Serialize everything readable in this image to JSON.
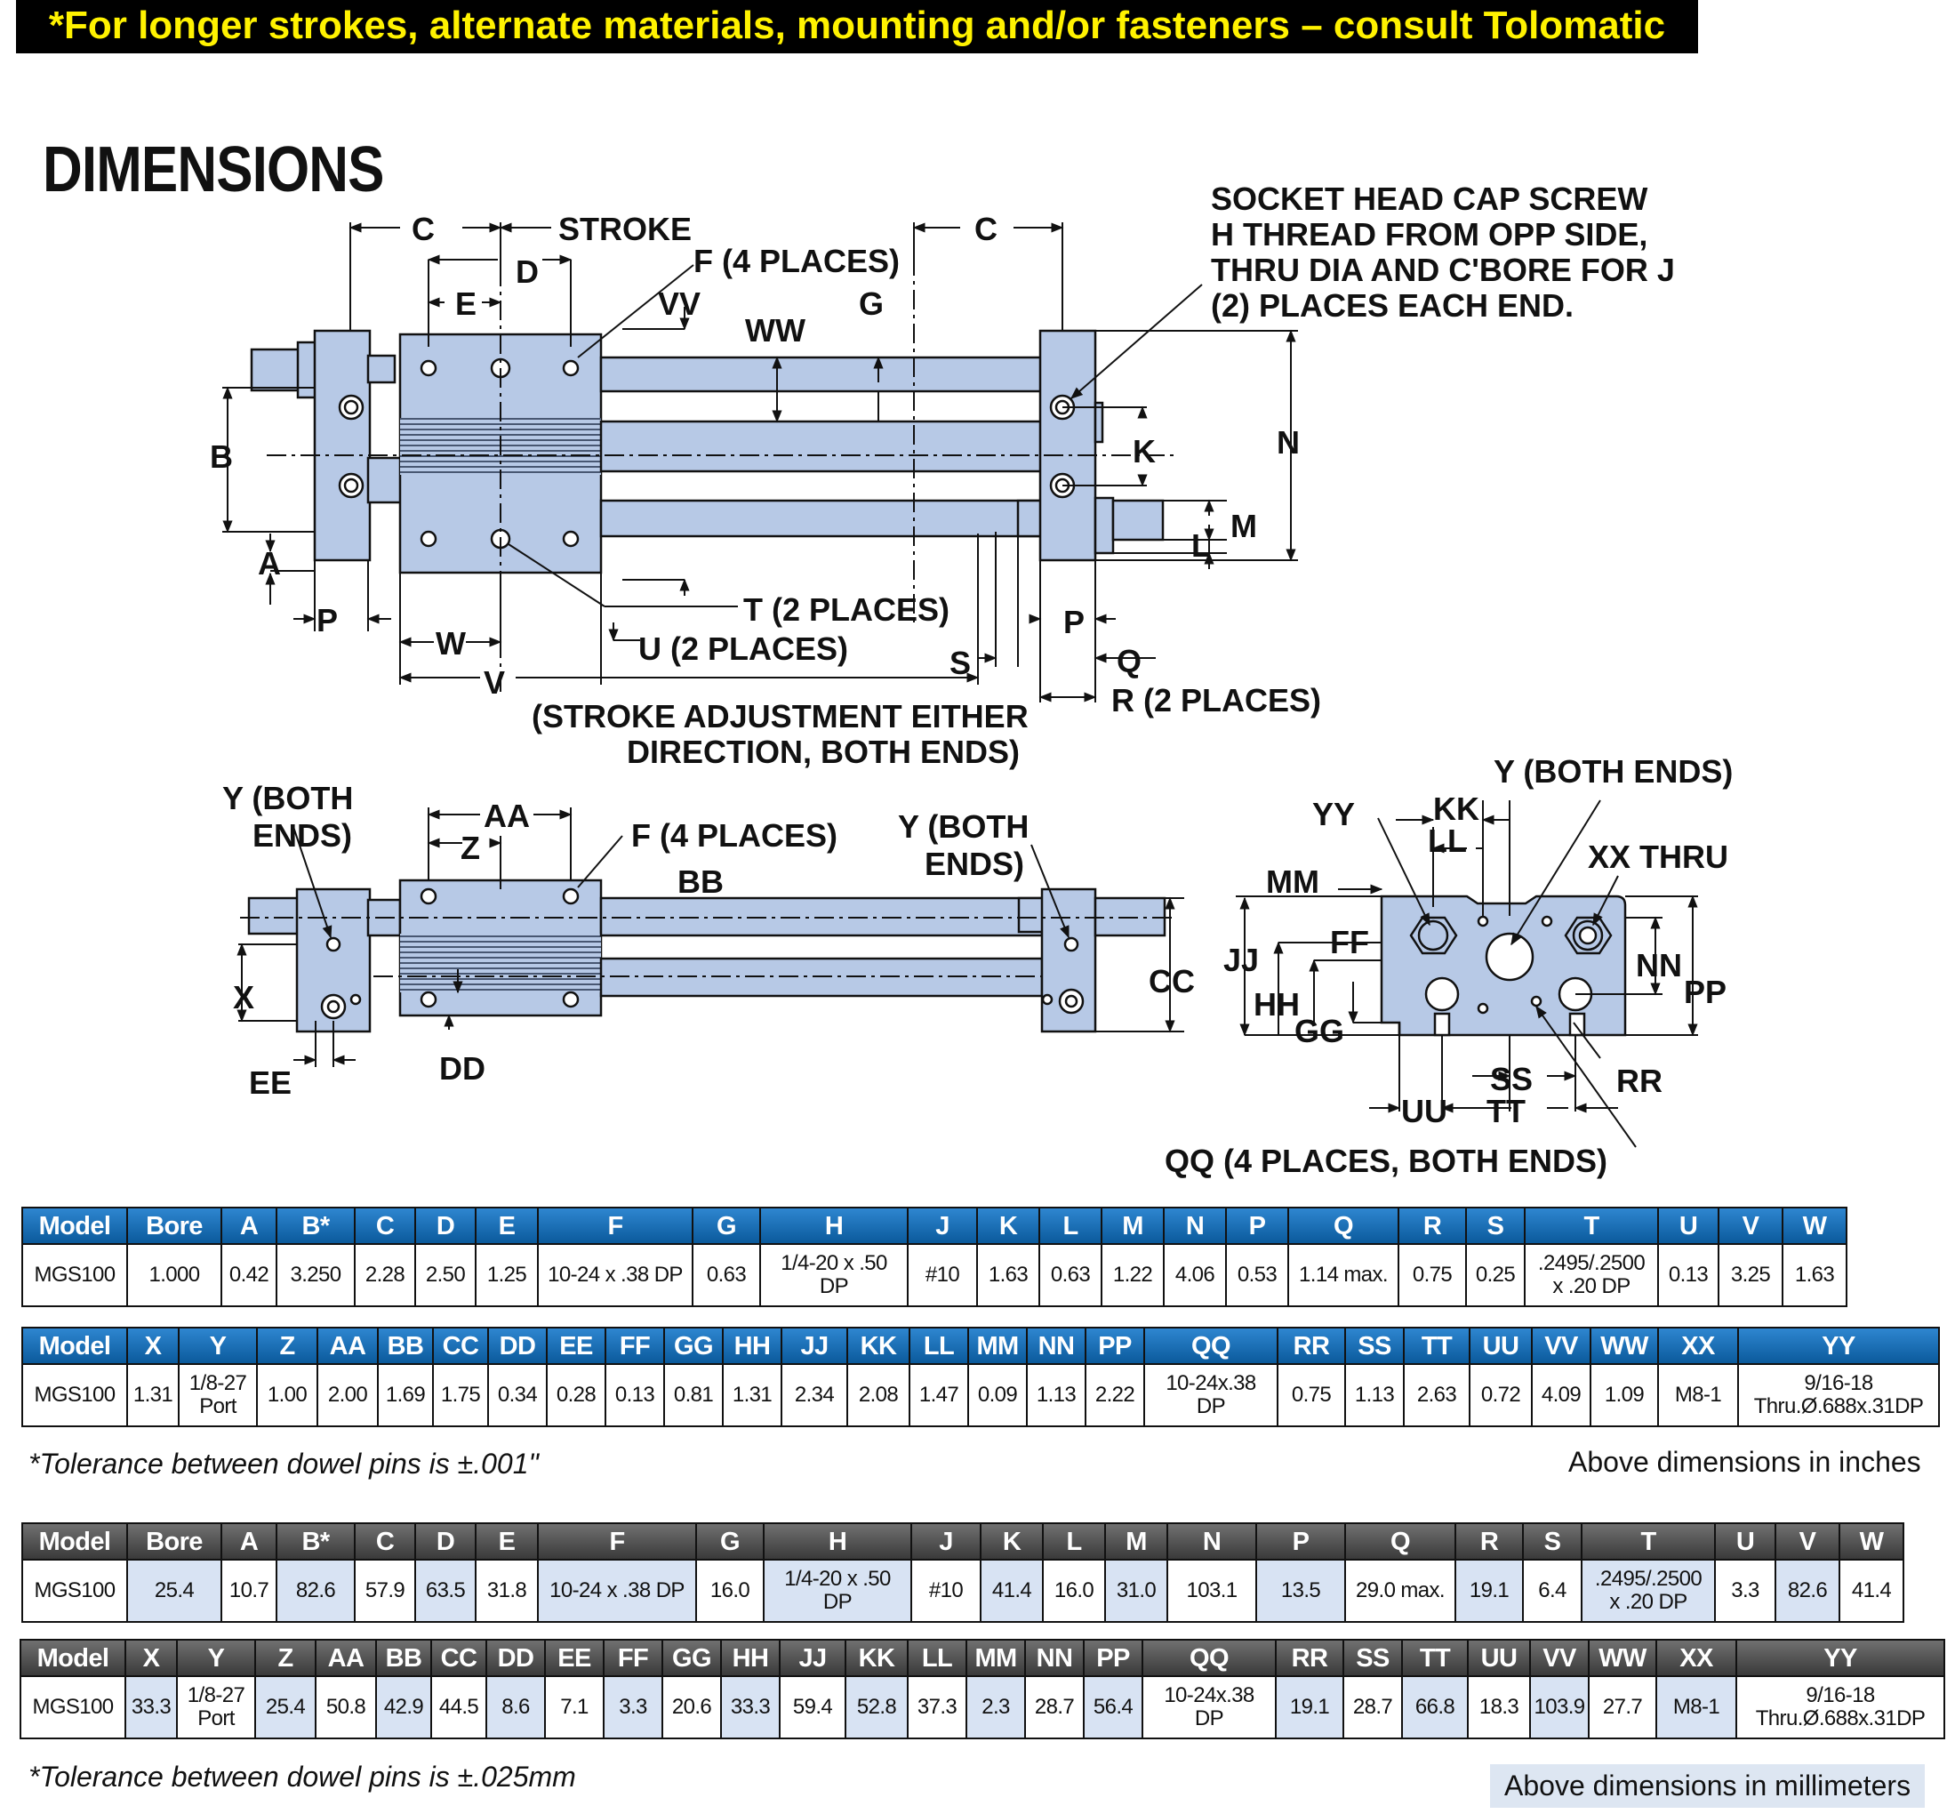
{
  "banner": "*For longer strokes, alternate materials, mounting and/or fasteners – consult Tolomatic",
  "title": "DIMENSIONS",
  "labels": {
    "c_left": "C",
    "stroke": "STROKE",
    "c_right": "C",
    "d": "D",
    "e": "E",
    "f4": "F (4 PLACES)",
    "vv": "VV",
    "ww": "WW",
    "g": "G",
    "socket_1": "SOCKET HEAD CAP SCREW",
    "socket_2": "H THREAD FROM OPP SIDE,",
    "socket_3": "THRU DIA AND C'BORE FOR J",
    "socket_4": "(2) PLACES EACH END.",
    "b": "B",
    "a": "A",
    "p_left": "P",
    "k": "K",
    "n": "N",
    "m": "M",
    "l": "L",
    "t2": "T (2 PLACES)",
    "u2": "U (2 PLACES)",
    "w": "W",
    "v": "V",
    "s": "S",
    "p_right": "P",
    "q": "Q",
    "r2": "R (2 PLACES)",
    "adj_1": "(STROKE ADJUSTMENT EITHER",
    "adj_2": "DIRECTION, BOTH ENDS)",
    "y_left_1": "Y (BOTH",
    "y_left_2": "ENDS)",
    "aa": "AA",
    "z": "Z",
    "f4_b": "F (4 PLACES)",
    "bb": "BB",
    "y_right_1": "Y (BOTH",
    "y_right_2": "ENDS)",
    "x": "X",
    "cc": "CC",
    "ee": "EE",
    "dd": "DD",
    "yy": "YY",
    "kk": "KK",
    "ll": "LL",
    "y_both": "Y (BOTH ENDS)",
    "xx_thru": "XX THRU",
    "mm": "MM",
    "jj": "JJ",
    "ff": "FF",
    "hh": "HH",
    "gg": "GG",
    "nn": "NN",
    "pp": "PP",
    "ss": "SS",
    "rr": "RR",
    "uu": "UU",
    "tt": "TT",
    "qq4": "QQ (4 PLACES, BOTH ENDS)"
  },
  "inch_table_1": {
    "headers": [
      "Model",
      "Bore",
      "A",
      "B*",
      "C",
      "D",
      "E",
      "F",
      "G",
      "H",
      "J",
      "K",
      "L",
      "M",
      "N",
      "P",
      "Q",
      "R",
      "S",
      "T",
      "U",
      "V",
      "W"
    ],
    "row": [
      "MGS100",
      "1.000",
      "0.42",
      "3.250",
      "2.28",
      "2.50",
      "1.25",
      "10-24 x .38 DP",
      "0.63",
      "1/4-20 x .50\nDP",
      "#10",
      "1.63",
      "0.63",
      "1.22",
      "4.06",
      "0.53",
      "1.14 max.",
      "0.75",
      "0.25",
      ".2495/.2500\nx .20 DP",
      "0.13",
      "3.25",
      "1.63"
    ]
  },
  "inch_table_2": {
    "headers": [
      "Model",
      "X",
      "Y",
      "Z",
      "AA",
      "BB",
      "CC",
      "DD",
      "EE",
      "FF",
      "GG",
      "HH",
      "JJ",
      "KK",
      "LL",
      "MM",
      "NN",
      "PP",
      "QQ",
      "RR",
      "SS",
      "TT",
      "UU",
      "VV",
      "WW",
      "XX",
      "YY"
    ],
    "row": [
      "MGS100",
      "1.31",
      "1/8-27\nPort",
      "1.00",
      "2.00",
      "1.69",
      "1.75",
      "0.34",
      "0.28",
      "0.13",
      "0.81",
      "1.31",
      "2.34",
      "2.08",
      "1.47",
      "0.09",
      "1.13",
      "2.22",
      "10-24x.38\nDP",
      "0.75",
      "1.13",
      "2.63",
      "0.72",
      "4.09",
      "1.09",
      "M8-1",
      "9/16-18\nThru.Ø.688x.31DP"
    ]
  },
  "inch_note": "*Tolerance between dowel pins is ±.001\"",
  "inch_unit": "Above dimensions in inches",
  "mm_table_1": {
    "headers": [
      "Model",
      "Bore",
      "A",
      "B*",
      "C",
      "D",
      "E",
      "F",
      "G",
      "H",
      "J",
      "K",
      "L",
      "M",
      "N",
      "P",
      "Q",
      "R",
      "S",
      "T",
      "U",
      "V",
      "W"
    ],
    "row": [
      "MGS100",
      "25.4",
      "10.7",
      "82.6",
      "57.9",
      "63.5",
      "31.8",
      "10-24 x .38 DP",
      "16.0",
      "1/4-20 x .50\nDP",
      "#10",
      "41.4",
      "16.0",
      "31.0",
      "103.1",
      "13.5",
      "29.0 max.",
      "19.1",
      "6.4",
      ".2495/.2500\nx .20 DP",
      "3.3",
      "82.6",
      "41.4"
    ]
  },
  "mm_table_2": {
    "headers": [
      "Model",
      "X",
      "Y",
      "Z",
      "AA",
      "BB",
      "CC",
      "DD",
      "EE",
      "FF",
      "GG",
      "HH",
      "JJ",
      "KK",
      "LL",
      "MM",
      "NN",
      "PP",
      "QQ",
      "RR",
      "SS",
      "TT",
      "UU",
      "VV",
      "WW",
      "XX",
      "YY"
    ],
    "row": [
      "MGS100",
      "33.3",
      "1/8-27\nPort",
      "25.4",
      "50.8",
      "42.9",
      "44.5",
      "8.6",
      "7.1",
      "3.3",
      "20.6",
      "33.3",
      "59.4",
      "52.8",
      "37.3",
      "2.3",
      "28.7",
      "56.4",
      "10-24x.38\nDP",
      "19.1",
      "28.7",
      "66.8",
      "18.3",
      "103.9",
      "27.7",
      "M8-1",
      "9/16-18\nThru.Ø.688x.31DP"
    ]
  },
  "mm_note": "*Tolerance between dowel pins is ±.025mm",
  "mm_unit": "Above dimensions in millimeters",
  "colors": {
    "part_fill": "#b7c9e6",
    "banner_text": "#fff200",
    "inch_header": "#0b5a9c",
    "mm_header": "#4a4a4a"
  }
}
